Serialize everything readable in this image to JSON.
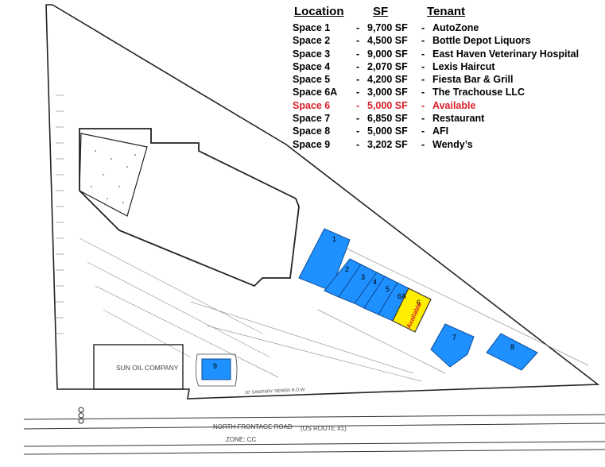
{
  "legend": {
    "headers": {
      "location": "Location",
      "sf": "SF",
      "tenant": "Tenant"
    },
    "rows": [
      {
        "location": "Space 1",
        "sf": "9,700 SF",
        "tenant": "AutoZone",
        "available": false
      },
      {
        "location": "Space 2",
        "sf": "4,500 SF",
        "tenant": "Bottle Depot Liquors",
        "available": false
      },
      {
        "location": "Space 3",
        "sf": "9,000 SF",
        "tenant": "East Haven Veterinary Hospital",
        "available": false
      },
      {
        "location": "Space 4",
        "sf": "2,070 SF",
        "tenant": "Lexis Haircut",
        "available": false
      },
      {
        "location": "Space 5",
        "sf": "4,200 SF",
        "tenant": "Fiesta Bar & Grill",
        "available": false
      },
      {
        "location": "Space 6A",
        "sf": "3,000 SF",
        "tenant": "The Trachouse LLC",
        "available": false
      },
      {
        "location": "Space 6",
        "sf": "5,000 SF",
        "tenant": "Available",
        "available": true
      },
      {
        "location": "Space 7",
        "sf": "6,850 SF",
        "tenant": "Restaurant",
        "available": false
      },
      {
        "location": "Space 8",
        "sf": "5,000 SF",
        "tenant": "AFI",
        "available": false
      },
      {
        "location": "Space 9",
        "sf": "3,202 SF",
        "tenant": "Wendy’s",
        "available": false
      }
    ]
  },
  "map": {
    "spaces": [
      "1",
      "2",
      "3",
      "4",
      "5",
      "6A",
      "6",
      "7",
      "8",
      "9"
    ],
    "available_badge": "Available",
    "sun_oil_label": "SUN OIL COMPANY",
    "road_label": "NORTH FRONTAGE ROAD",
    "route_label": "(US ROUTE #1)",
    "zone_label": "ZONE: CC",
    "sewer_label": "10' SANITARY SEWER R.O.W.",
    "colors": {
      "tenant_fill": "#1e90ff",
      "available_fill": "#ffee00",
      "available_text": "#d8202a",
      "line": "#222222"
    }
  }
}
